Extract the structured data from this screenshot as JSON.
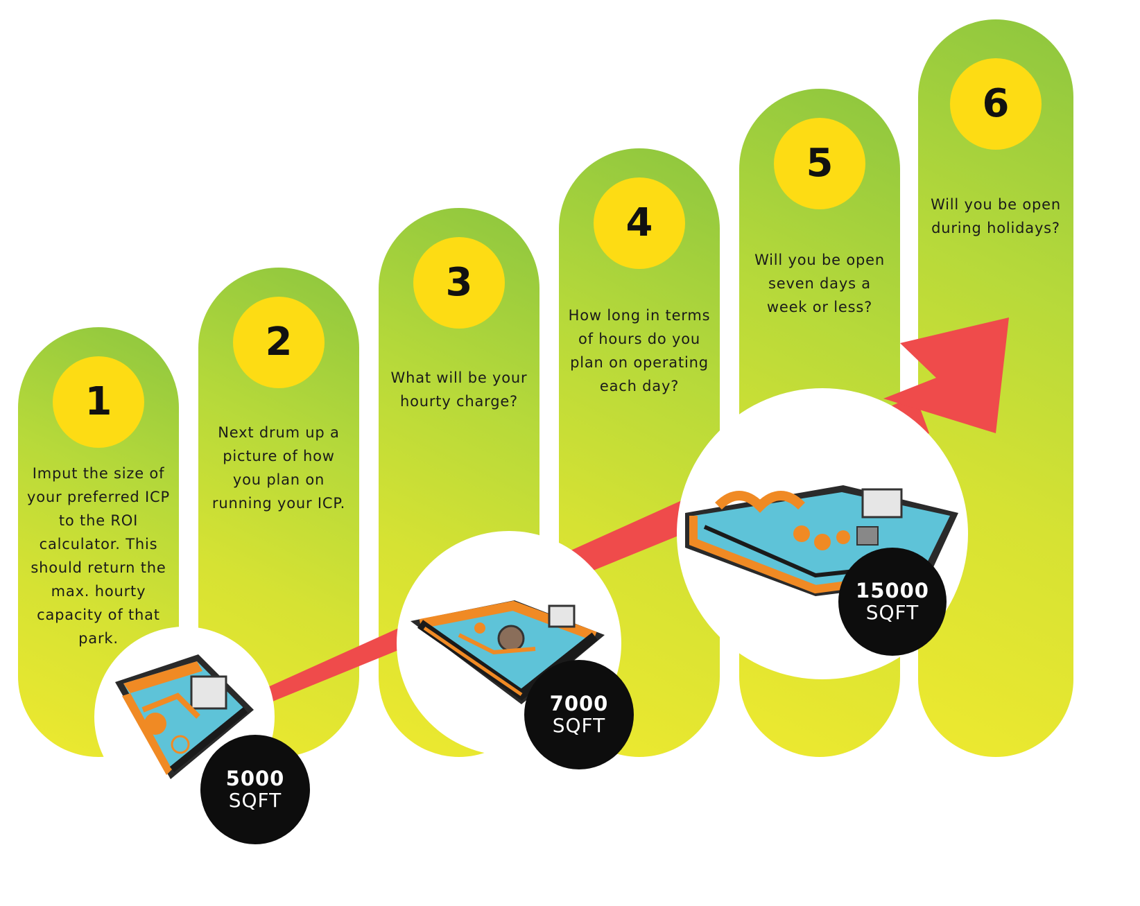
{
  "steps": [
    {
      "number": "1",
      "text": "Imput the size of your preferred ICP to the ROI calculator. This should return the max. hourty capacity of that park."
    },
    {
      "number": "2",
      "text": "Next drum up a picture of how you plan on running your ICP."
    },
    {
      "number": "3",
      "text": "What will be your hourty charge?"
    },
    {
      "number": "4",
      "text": "How long in terms of hours do you plan on operating each day?"
    },
    {
      "number": "5",
      "text": "Will you be open seven days a week or less?"
    },
    {
      "number": "6",
      "text": "Will you be open during holidays?"
    }
  ],
  "parks": [
    {
      "size": "5000",
      "unit": "SQFT",
      "image": "inflatable-park-small"
    },
    {
      "size": "7000",
      "unit": "SQFT",
      "image": "inflatable-park-medium"
    },
    {
      "size": "15000",
      "unit": "SQFT",
      "image": "inflatable-park-large"
    }
  ],
  "colors": {
    "pillar_top": "#8dc63f",
    "pillar_bottom": "#eee92f",
    "number_circle": "#fddc14",
    "arrow": "#ef4b4b",
    "badge": "#0d0d0d"
  }
}
